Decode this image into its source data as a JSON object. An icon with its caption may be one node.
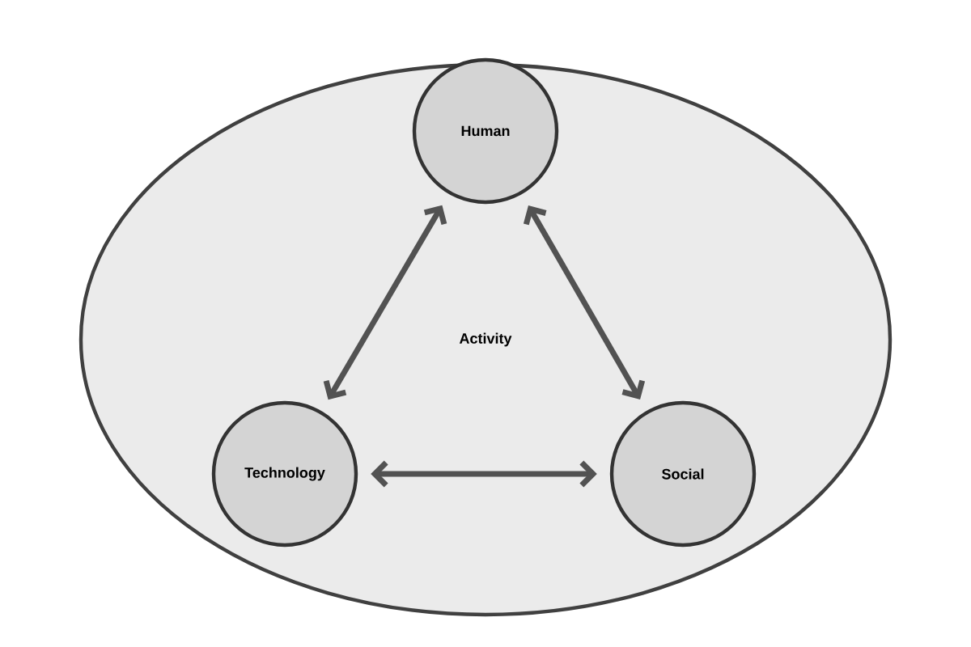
{
  "diagram": {
    "nodes": [
      {
        "text": [
          "Activity"
        ]
      },
      {
        "text": [
          "Human"
        ],
        "in": 0
      },
      {
        "text": [
          "Technology"
        ],
        "in": 0
      },
      {
        "text": [
          "Social"
        ],
        "in": 0
      }
    ],
    "edges": [
      {
        "from": 1,
        "to": 2,
        "arrow": "both"
      },
      {
        "from": 1,
        "to": 3,
        "arrow": "both"
      },
      {
        "from": 2,
        "to": 3,
        "arrow": "both"
      }
    ]
  }
}
